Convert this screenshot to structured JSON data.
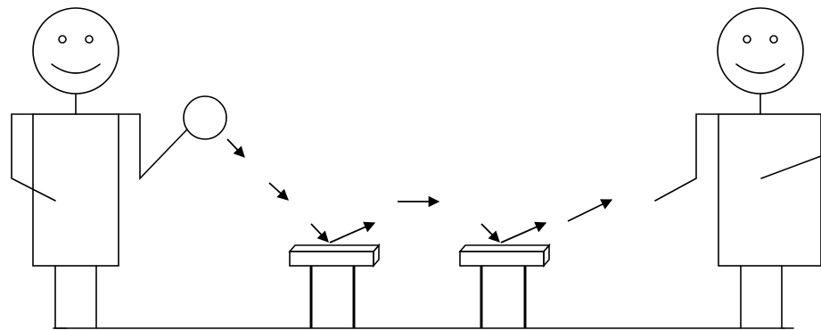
{
  "diagram": {
    "colors": {
      "stroke": "#000000",
      "background": "#ffffff"
    },
    "figures": [
      {
        "name": "left-person",
        "expression": "smile",
        "role": "thrower"
      },
      {
        "name": "right-person",
        "expression": "smile",
        "role": "receiver"
      }
    ],
    "objects": [
      {
        "name": "ball",
        "shape": "circle"
      },
      {
        "name": "pedestal-1",
        "shape": "table-with-reflective-top"
      },
      {
        "name": "pedestal-2",
        "shape": "table-with-reflective-top"
      }
    ],
    "arrows": [
      {
        "name": "arrow-ball-out-1",
        "direction": "down-right"
      },
      {
        "name": "arrow-ball-out-2",
        "direction": "down-right"
      },
      {
        "name": "arrow-into-pedestal-1",
        "direction": "down-right"
      },
      {
        "name": "arrow-out-of-pedestal-1",
        "direction": "up-right"
      },
      {
        "name": "arrow-between-pedestals",
        "direction": "right"
      },
      {
        "name": "arrow-into-pedestal-2",
        "direction": "down-right"
      },
      {
        "name": "arrow-out-of-pedestal-2",
        "direction": "up-right"
      },
      {
        "name": "arrow-toward-right-person",
        "direction": "up-right"
      }
    ]
  }
}
